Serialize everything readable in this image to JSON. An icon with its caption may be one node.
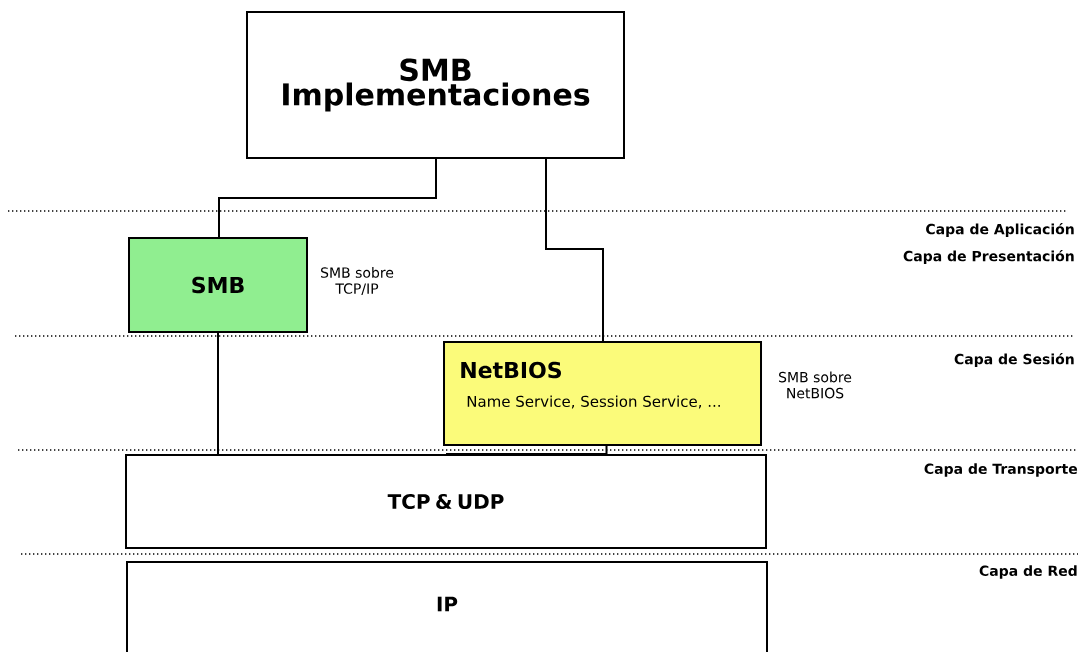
{
  "diagram": {
    "nodes": [
      {
        "text": [
          "SMB Implementaciones"
        ]
      },
      {
        "text": [
          "SMB"
        ],
        "beside": [
          "SMB sobre TCP/IP"
        ]
      },
      {
        "text": [
          "NetBIOS",
          "Name Service, Session Service, ..."
        ],
        "beside": [
          "SMB sobre NetBIOS"
        ]
      },
      {
        "text": [
          "TCP & UDP"
        ]
      },
      {
        "text": [
          "IP"
        ]
      }
    ],
    "edges": [
      {
        "from": 0,
        "to": 1,
        "arrow": "none"
      },
      {
        "from": 0,
        "to": 2,
        "arrow": "none"
      },
      {
        "from": 1,
        "to": 3,
        "arrow": "none"
      },
      {
        "from": 2,
        "to": 3,
        "arrow": "none"
      }
    ],
    "labels": [
      "Capa de Aplicación",
      "Capa de Presentación",
      "Capa de Sesión",
      "Capa de Transporte",
      "Capa de Red"
    ]
  }
}
